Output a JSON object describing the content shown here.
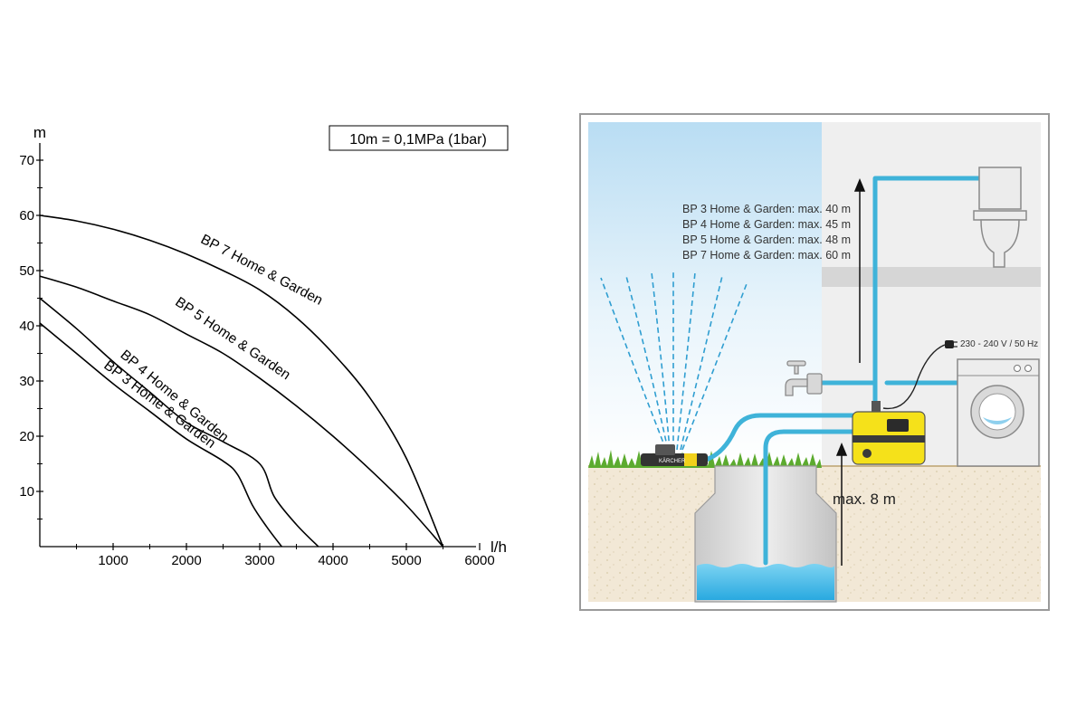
{
  "chart_data": {
    "type": "line",
    "title": "",
    "xlabel": "l/h",
    "ylabel": "m",
    "xlim": [
      0,
      6000
    ],
    "ylim": [
      0,
      70
    ],
    "xticks": [
      1000,
      2000,
      3000,
      4000,
      5000,
      6000
    ],
    "yticks": [
      10,
      20,
      30,
      40,
      50,
      60,
      70
    ],
    "grid": false,
    "legend": "none",
    "note": "10m = 0,1MPa (1bar)",
    "series": [
      {
        "name": "BP 7 Home & Garden",
        "x": [
          0,
          500,
          1000,
          1500,
          2000,
          2500,
          3000,
          3500,
          4000,
          4500,
          5000,
          5500
        ],
        "y": [
          60,
          59,
          57.5,
          55.5,
          53,
          50,
          46.5,
          41.5,
          35,
          27,
          16,
          0
        ]
      },
      {
        "name": "BP 5 Home & Garden",
        "x": [
          0,
          500,
          1000,
          1500,
          2000,
          2500,
          3000,
          3500,
          4000,
          4500,
          5000,
          5500
        ],
        "y": [
          49,
          47,
          44.5,
          42,
          38.5,
          35,
          30.5,
          25.5,
          20,
          14,
          7.5,
          0
        ]
      },
      {
        "name": "BP 4 Home & Garden",
        "x": [
          0,
          500,
          1000,
          1500,
          2000,
          2500,
          3000,
          3200,
          3500,
          3800
        ],
        "y": [
          45,
          39.5,
          33.5,
          28,
          22.5,
          19,
          15,
          9,
          4,
          0
        ]
      },
      {
        "name": "BP 3 Home & Garden",
        "x": [
          0,
          500,
          1000,
          1500,
          2000,
          2500,
          2700,
          2900,
          3100,
          3300
        ],
        "y": [
          40.5,
          35,
          29.5,
          24.5,
          19.5,
          15.5,
          13,
          7.5,
          3.5,
          0
        ]
      }
    ]
  },
  "diagram": {
    "max_heights": [
      "BP 3 Home & Garden: max. 40 m",
      "BP 4 Home & Garden: max. 45 m",
      "BP 5 Home & Garden: max. 48 m",
      "BP 7 Home & Garden: max. 60 m"
    ],
    "power_label": "230 - 240 V / 50 Hz",
    "suction_label": "max. 8 m",
    "colors": {
      "water": "#3fb3d9",
      "pump": "#f5e11a",
      "ground": "#f1e6d2",
      "wall": "#f0f0f0",
      "grass": "#5cab2f"
    }
  }
}
